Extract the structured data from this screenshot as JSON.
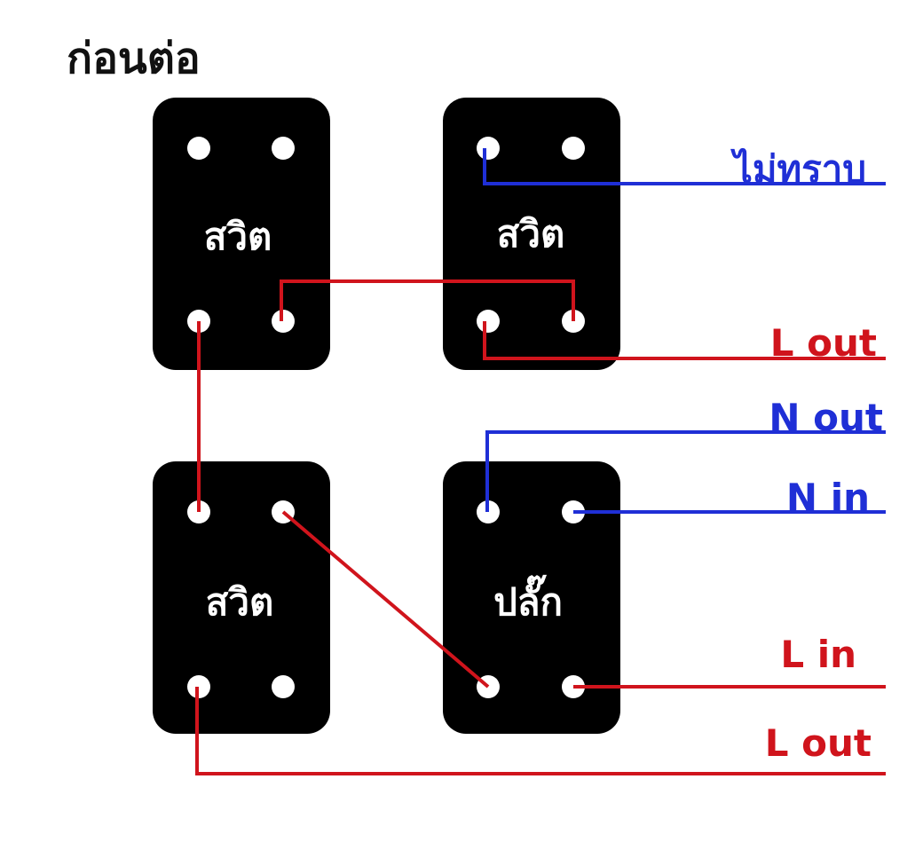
{
  "title": "ก่อนต่อ",
  "colors": {
    "background": "#ffffff",
    "device": "#000000",
    "terminal": "#ffffff",
    "wire_red": "#d0141c",
    "wire_blue": "#1f2fd6",
    "text_dark": "#111111",
    "text_light": "#ffffff"
  },
  "devices": {
    "switch_top_left": {
      "label": "สวิต"
    },
    "switch_top_right": {
      "label": "สวิต"
    },
    "switch_bottom_left": {
      "label": "สวิต"
    },
    "plug": {
      "label": "ปลั๊ก"
    }
  },
  "wire_labels": {
    "unknown": "ไม่ทราบ",
    "l_out_top": "L out",
    "n_out": "N out",
    "n_in": "N in",
    "l_in": "L in",
    "l_out_bottom": "L out"
  }
}
